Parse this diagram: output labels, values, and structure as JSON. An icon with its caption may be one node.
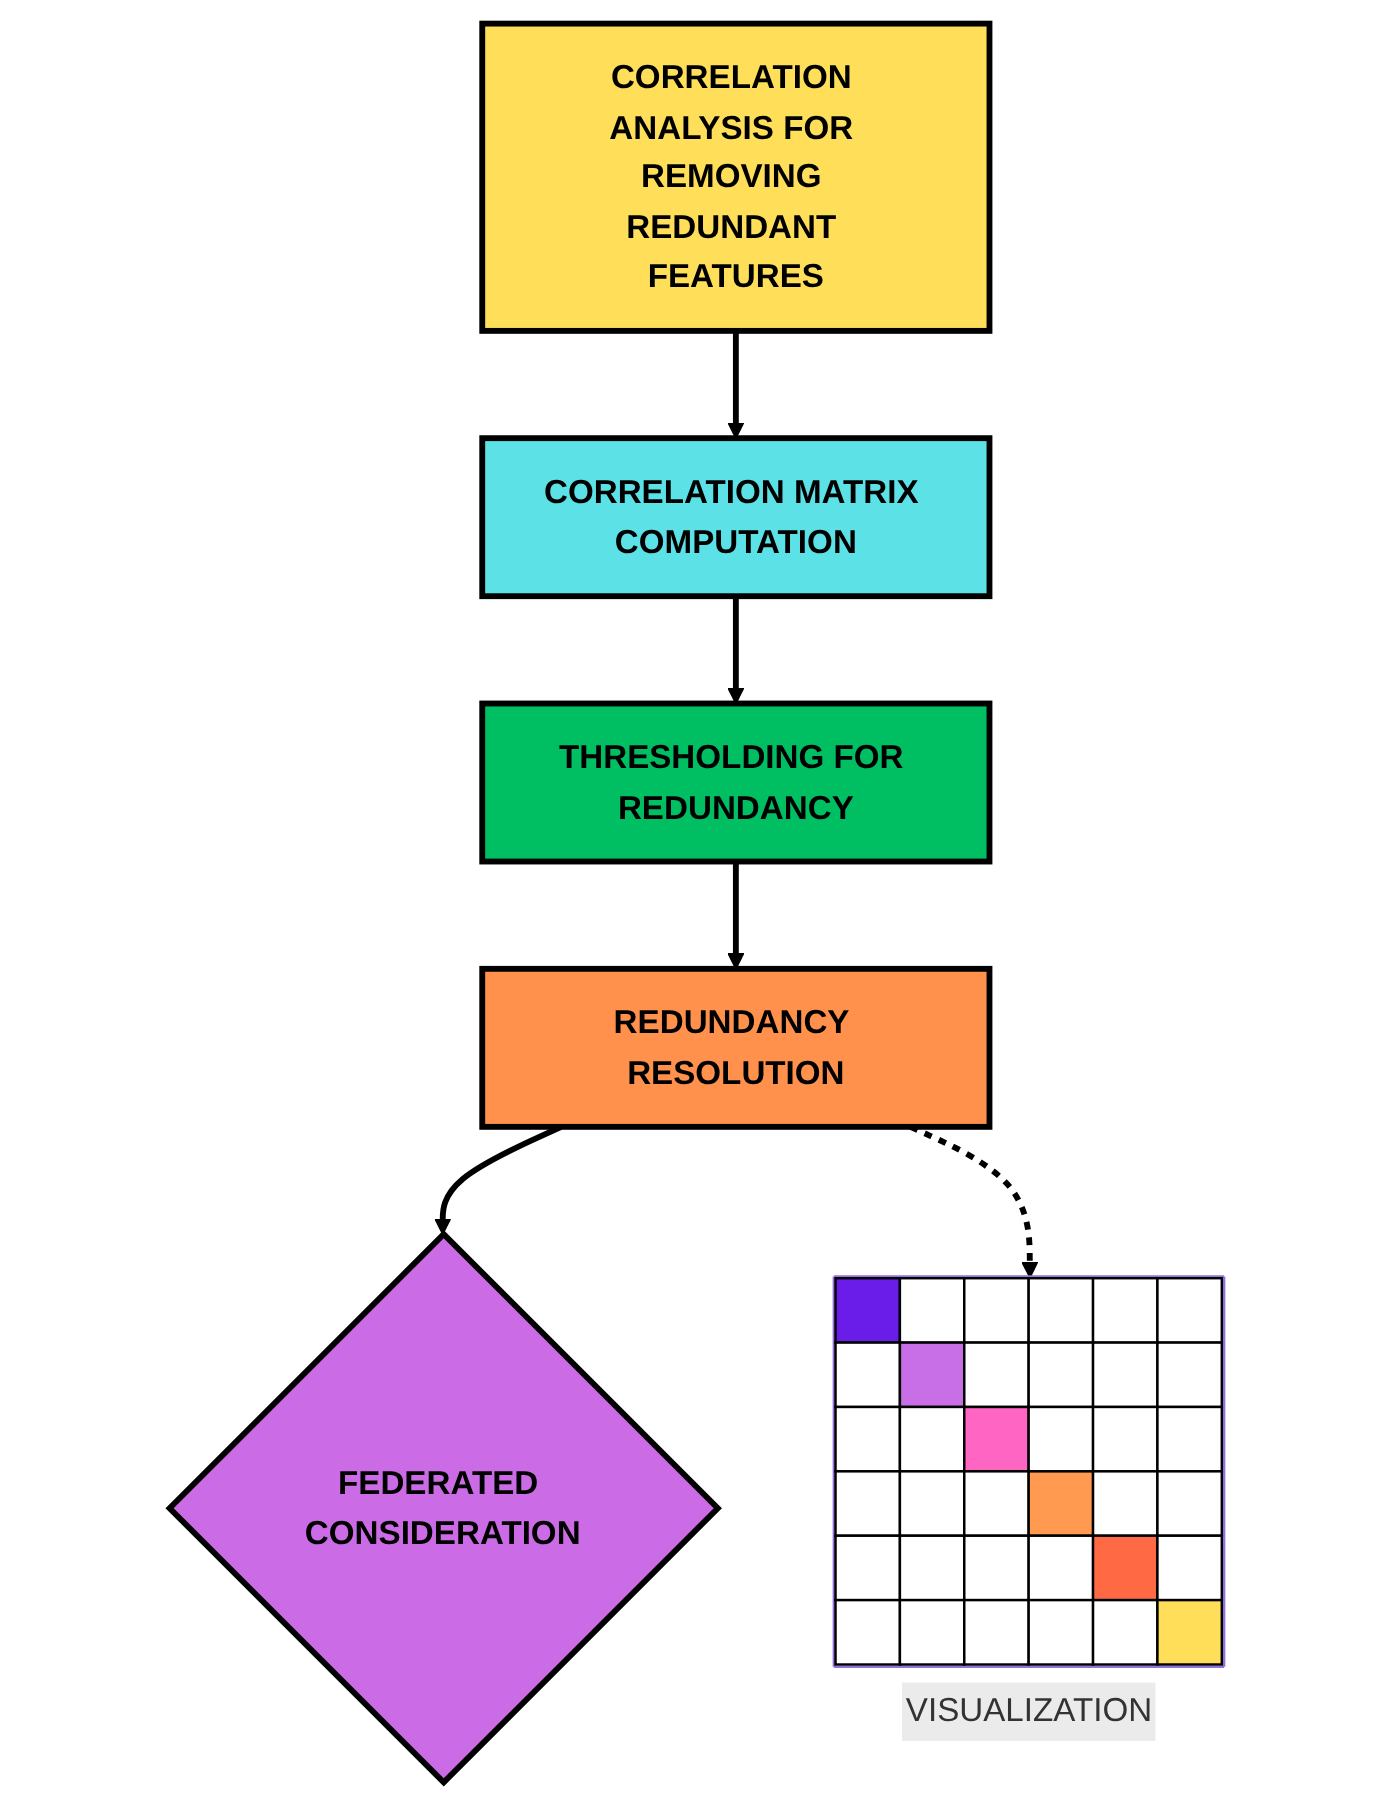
{
  "diagram": {
    "nodes": [
      {
        "text": [
          "CORRELATION ANALYSIS FOR REMOVING REDUNDANT FEATURES"
        ]
      },
      {
        "text": [
          "CORRELATION MATRIX COMPUTATION"
        ]
      },
      {
        "text": [
          "THRESHOLDING FOR REDUNDANCY"
        ]
      },
      {
        "text": [
          "REDUNDANCY RESOLUTION"
        ]
      },
      {
        "text": [
          "FEDERATED CONSIDERATION"
        ]
      },
      {
        "text": [],
        "shape": "picture",
        "beside": [
          "VISUALIZATION"
        ]
      }
    ],
    "edges": [
      {
        "from": 0,
        "to": 1,
        "arrow": "to"
      },
      {
        "from": 1,
        "to": 2,
        "arrow": "to"
      },
      {
        "from": 2,
        "to": 3,
        "arrow": "to"
      },
      {
        "from": 3,
        "to": 4,
        "arrow": "to"
      },
      {
        "from": 3,
        "to": 5,
        "arrow": "to",
        "style": "dashed"
      }
    ]
  }
}
